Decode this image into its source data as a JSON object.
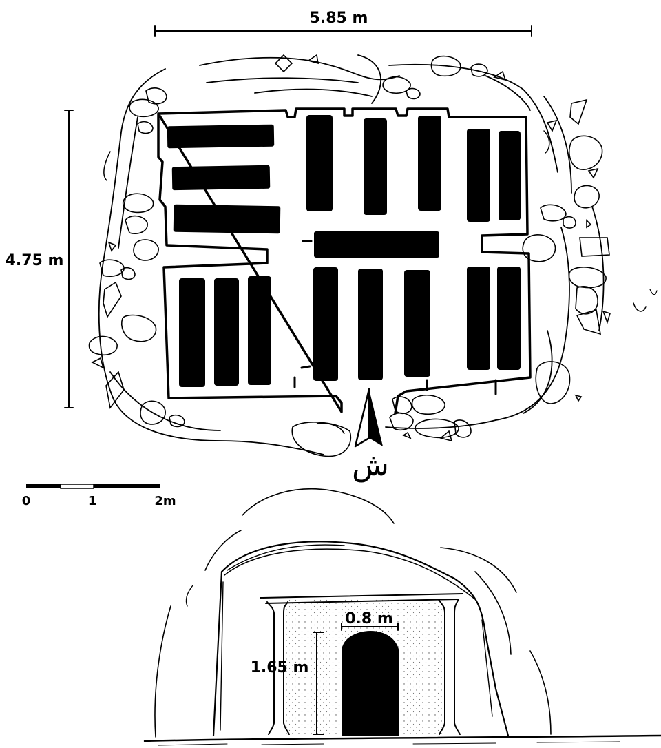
{
  "plan": {
    "width_label": "5.85 m",
    "depth_label": "4.75 m",
    "north_label": "ش"
  },
  "scale_bar": {
    "ticks": [
      "0",
      "1",
      "2m"
    ]
  },
  "elevation": {
    "doorway_width_label": "0.8 m",
    "doorway_height_label": "1.65 m"
  }
}
